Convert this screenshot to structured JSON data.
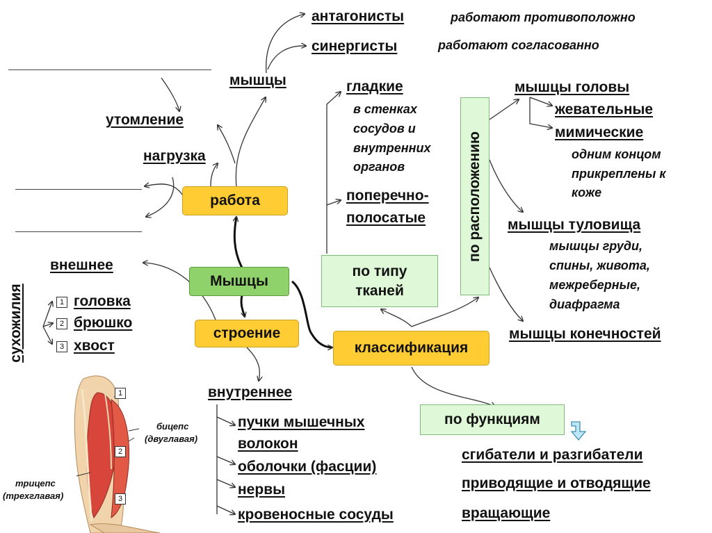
{
  "central": "Мышцы",
  "work": {
    "label": "работа",
    "muscles": "мышцы",
    "antagonists": "антагонисты",
    "antagonists_note": "работают противоположно",
    "synergists": "синергисты",
    "synergists_note": "работают согласованно",
    "fatigue": "утомление",
    "load": "нагрузка"
  },
  "structure": {
    "label": "строение",
    "external": "внешнее",
    "tendons": "сухожилия",
    "parts": [
      {
        "num": "1",
        "label": "головка"
      },
      {
        "num": "2",
        "label": "брюшко"
      },
      {
        "num": "3",
        "label": "хвост"
      }
    ],
    "internal": "внутреннее",
    "internal_items": [
      "пучки мышечных",
      "волокон",
      "оболочки (фасции)",
      "нервы",
      "кровеносные сосуды"
    ]
  },
  "classification": {
    "label": "классификация",
    "by_tissue": {
      "label_line1": "по типу",
      "label_line2": "тканей",
      "smooth": "гладкие",
      "smooth_note": [
        "в стенках",
        "сосудов и",
        "внутренних",
        "органов"
      ],
      "striated_line1": "поперечно-",
      "striated_line2": "полосатые"
    },
    "by_location": {
      "label": "по расположению",
      "head": "мышцы головы",
      "chewing": "жевательные",
      "mimic": "мимические",
      "mimic_note": [
        "одним концом",
        "прикреплены к",
        "коже"
      ],
      "trunk": "мышцы туловища",
      "trunk_note": [
        "мышцы груди,",
        "спины, живота,",
        "межреберные,",
        "диафрагма"
      ],
      "limbs": "мышцы конечностей"
    },
    "by_function": {
      "label": "по функциям",
      "items": [
        "сгибатели и разгибатели",
        "приводящие и отводящие",
        "вращающие"
      ]
    }
  },
  "illustration": {
    "biceps_line1": "бицепс",
    "biceps_line2": "(двуглавая)",
    "triceps_line1": "трицепс",
    "triceps_line2": "(трехглавая)",
    "marks": [
      "1",
      "2",
      "3"
    ]
  },
  "colors": {
    "yellow_box": "#ffcc33",
    "green_box": "#8fd16a",
    "light_green_box": "#dff8d8",
    "arrow": "#333333"
  },
  "icons": [
    "down-arrow-icon"
  ]
}
